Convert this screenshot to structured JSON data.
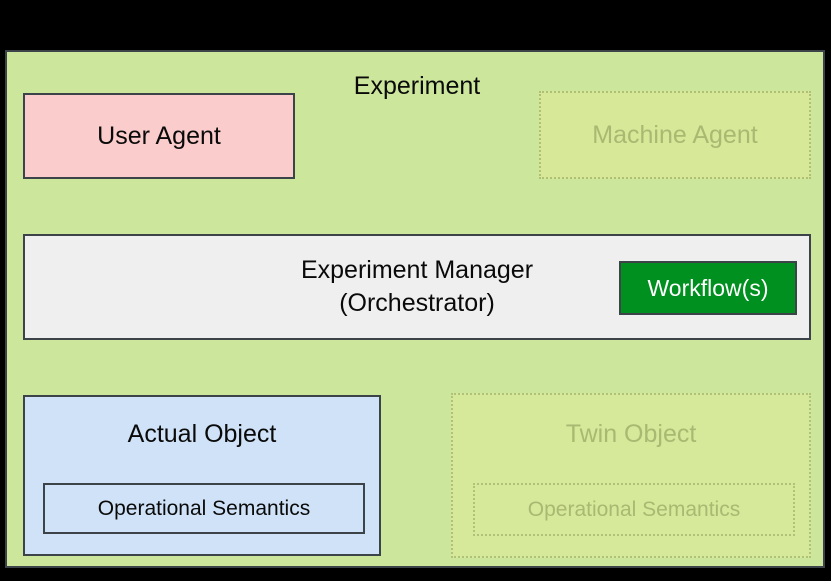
{
  "diagram": {
    "title": "Experiment",
    "background_color": "#000000",
    "container_color": "#cce79b",
    "container_border_color": "#3d4449"
  },
  "nodes": {
    "user_agent": {
      "label": "User Agent",
      "fill": "#fbcccc",
      "border": "#3d4449",
      "state": "active"
    },
    "machine_agent": {
      "label": "Machine Agent",
      "fill": "#e0ea98",
      "border": "#7a8a48",
      "state": "ghosted"
    },
    "experiment_manager": {
      "label_line1": "Experiment Manager",
      "label_line2": "(Orchestrator)",
      "fill": "#efefef",
      "border": "#3d4449",
      "state": "active"
    },
    "workflow": {
      "label": "Workflow(s)",
      "fill": "#00901f",
      "text_color": "#ffffff",
      "border": "#3d4449",
      "state": "active"
    },
    "actual_object": {
      "label": "Actual Object",
      "inner_label": "Operational Semantics",
      "fill": "#cfe2f7",
      "border": "#3d4449",
      "state": "active"
    },
    "twin_object": {
      "label": "Twin Object",
      "inner_label": "Operational Semantics",
      "fill": "#e0ea98",
      "border": "#7a8a48",
      "state": "ghosted"
    }
  },
  "connectors": [
    {
      "name": "external-to-user-agent",
      "style": "solid",
      "direction": "down",
      "color": "#000000"
    },
    {
      "name": "user-agent-to-manager",
      "style": "dotted",
      "direction": "down",
      "color": "#9aab5c"
    },
    {
      "name": "manager-to-user-agent",
      "style": "solid",
      "direction": "up",
      "color": "#000000"
    },
    {
      "name": "manager-to-actual-object",
      "style": "dotted",
      "direction": "down",
      "color": "#9aab5c"
    },
    {
      "name": "actual-object-to-manager",
      "style": "solid",
      "direction": "up",
      "color": "#000000"
    },
    {
      "name": "external-to-machine-agent",
      "style": "dotted",
      "direction": "down",
      "color": "#9aab5c"
    },
    {
      "name": "machine-agent-to-manager",
      "style": "dotted",
      "direction": "down",
      "color": "#9aab5c"
    },
    {
      "name": "manager-to-machine-agent",
      "style": "dotted",
      "direction": "up",
      "color": "#9aab5c"
    },
    {
      "name": "manager-to-twin-object",
      "style": "dotted",
      "direction": "down",
      "color": "#9aab5c"
    },
    {
      "name": "twin-object-to-manager",
      "style": "dotted",
      "direction": "up",
      "color": "#9aab5c"
    }
  ]
}
